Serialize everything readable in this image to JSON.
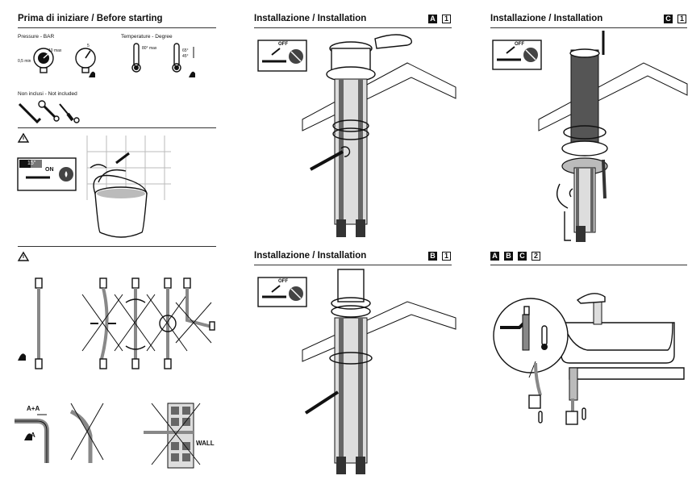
{
  "left": {
    "title": "Prima di iniziare / Before starting",
    "pressure_label": "Pressure - BAR",
    "pressure_min": "0,5 min",
    "pressure_max": "10 max",
    "pressure_val": "5",
    "temperature_label": "Temperature - Degree",
    "temp_max": "80° max",
    "temp_range_hi": "65°",
    "temp_range_lo": "45°",
    "not_included": "Non inclusi - Not included",
    "timer": "15\"",
    "on_label": "ON",
    "ex_dim_a_a": "A+A",
    "ex_dim_a": "A",
    "wall_label": "WALL"
  },
  "middle": {
    "top_title": "Installazione / Installation",
    "top_badge_letter": "A",
    "top_badge_num": "1",
    "bottom_title": "Installazione / Installation",
    "bottom_badge_letter": "B",
    "bottom_badge_num": "1",
    "off_label": "OFF"
  },
  "right": {
    "top_title": "Installazione / Installation",
    "top_badge_letter": "C",
    "top_badge_num": "1",
    "bottom_badges": [
      "A",
      "B",
      "C"
    ],
    "bottom_badge_num": "2",
    "off_label": "OFF"
  },
  "colors": {
    "ink": "#111111",
    "rule": "#333333",
    "light_gray": "#d9d9d9",
    "mid_gray": "#9a9a9a"
  }
}
